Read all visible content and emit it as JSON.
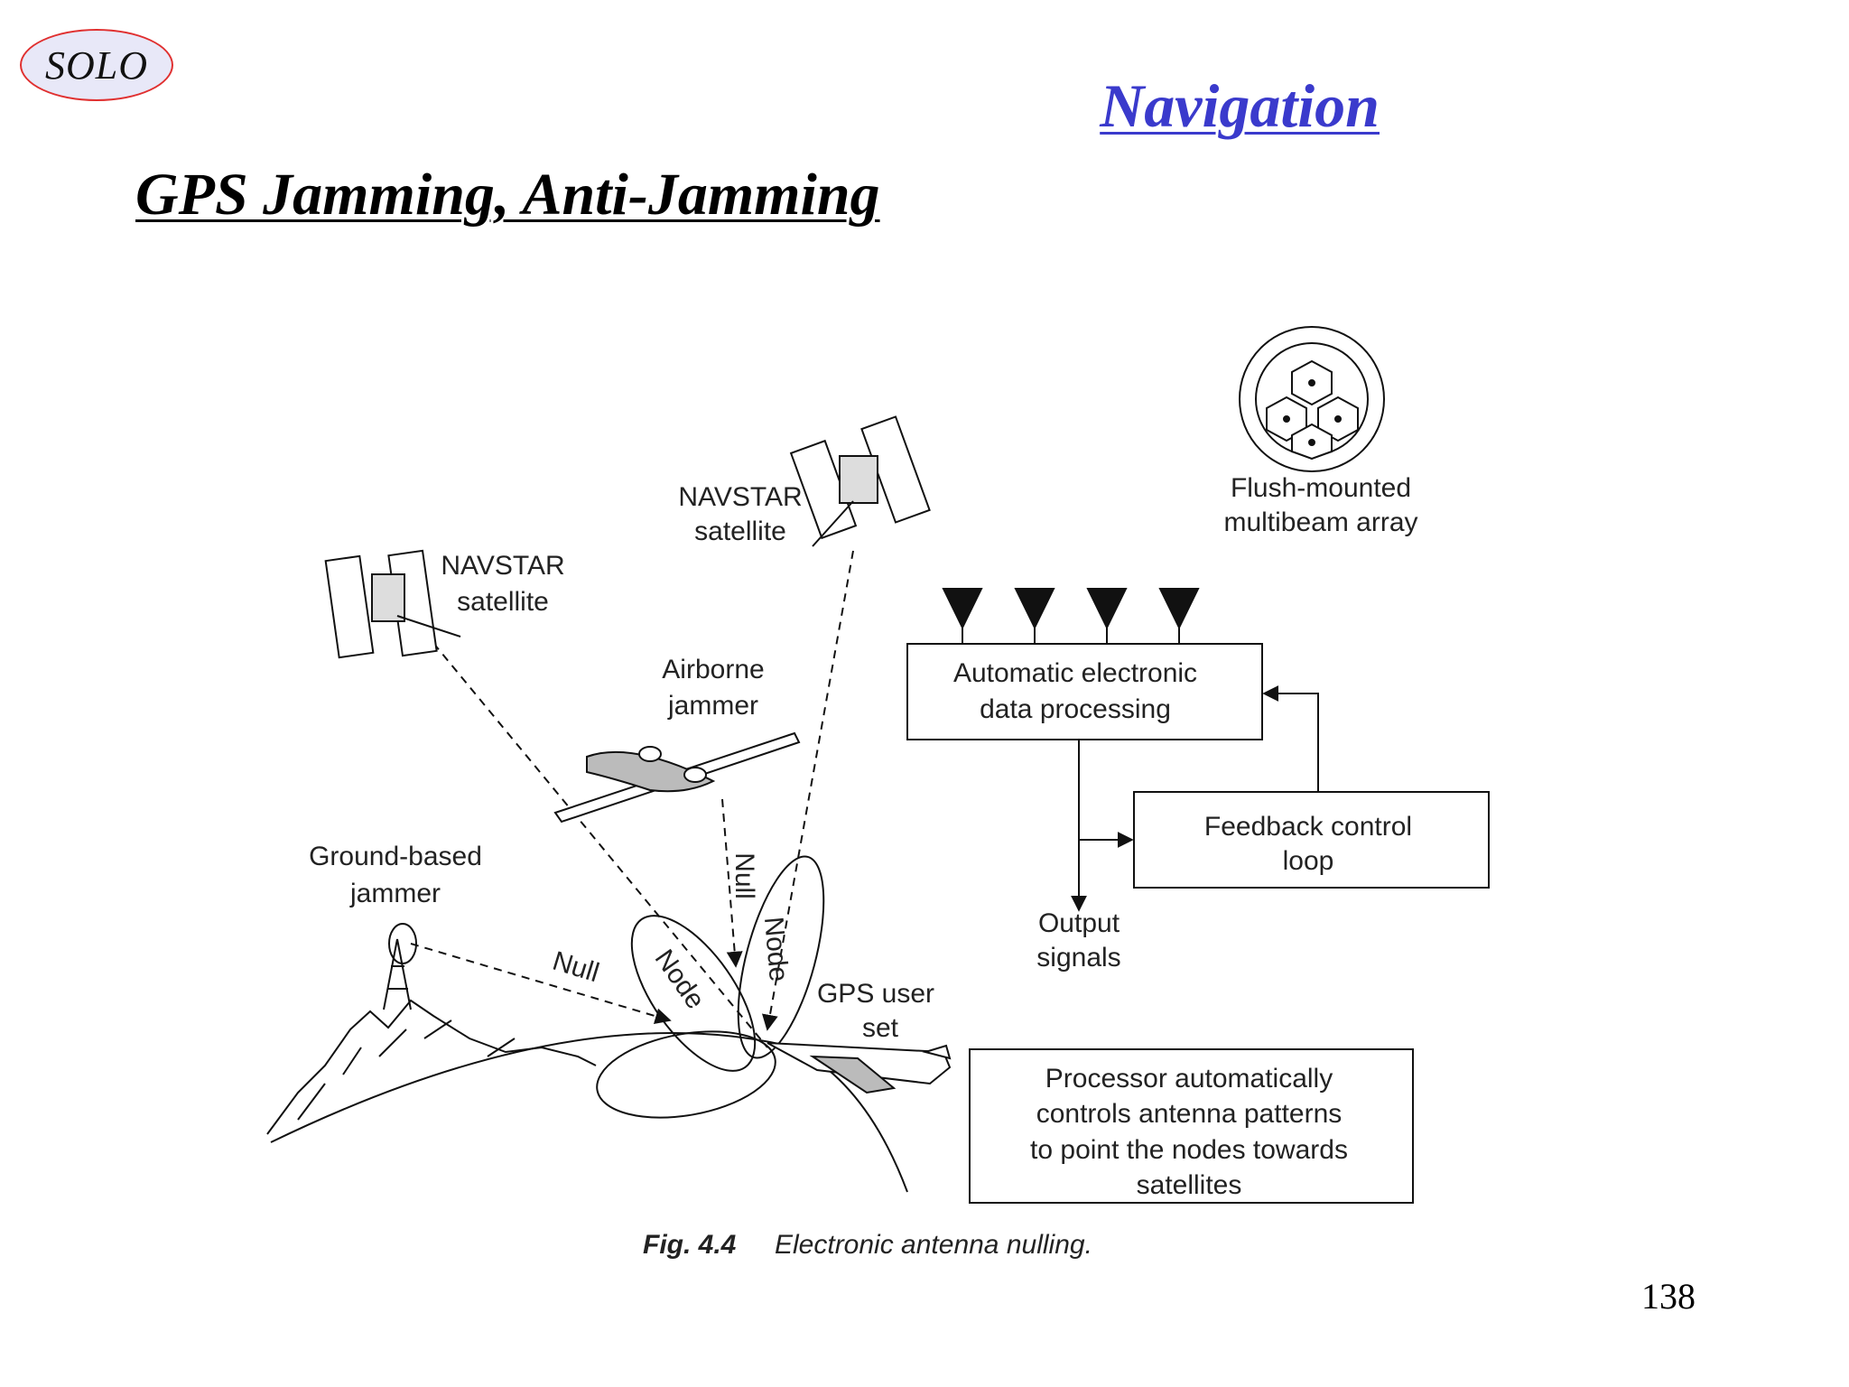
{
  "badge": {
    "text": "SOLO"
  },
  "header": {
    "title": "Navigation",
    "subtitle": "GPS Jamming, Anti-Jamming"
  },
  "page_number": "138",
  "figure": {
    "caption_number": "Fig. 4.4",
    "caption_text": "Electronic antenna nulling.",
    "labels": {
      "navstar_right": [
        "NAVSTAR",
        "satellite"
      ],
      "navstar_left": [
        "NAVSTAR",
        "satellite"
      ],
      "flush_array": [
        "Flush-mounted",
        "multibeam array"
      ],
      "airborne_jammer": [
        "Airborne",
        "jammer"
      ],
      "ground_jammer": [
        "Ground-based",
        "jammer"
      ],
      "null_ground": "Null",
      "null_airborne": "Null",
      "node_left": "Node",
      "node_right": "Node",
      "gps_user": [
        "GPS user",
        "set"
      ],
      "output_signals": [
        "Output",
        "signals"
      ]
    },
    "boxes": {
      "processing": [
        "Automatic electronic",
        "data processing"
      ],
      "feedback": [
        "Feedback control",
        "loop"
      ],
      "processor_note": [
        "Processor automatically",
        "controls antenna patterns",
        "to point the nodes towards",
        "satellites"
      ]
    }
  }
}
